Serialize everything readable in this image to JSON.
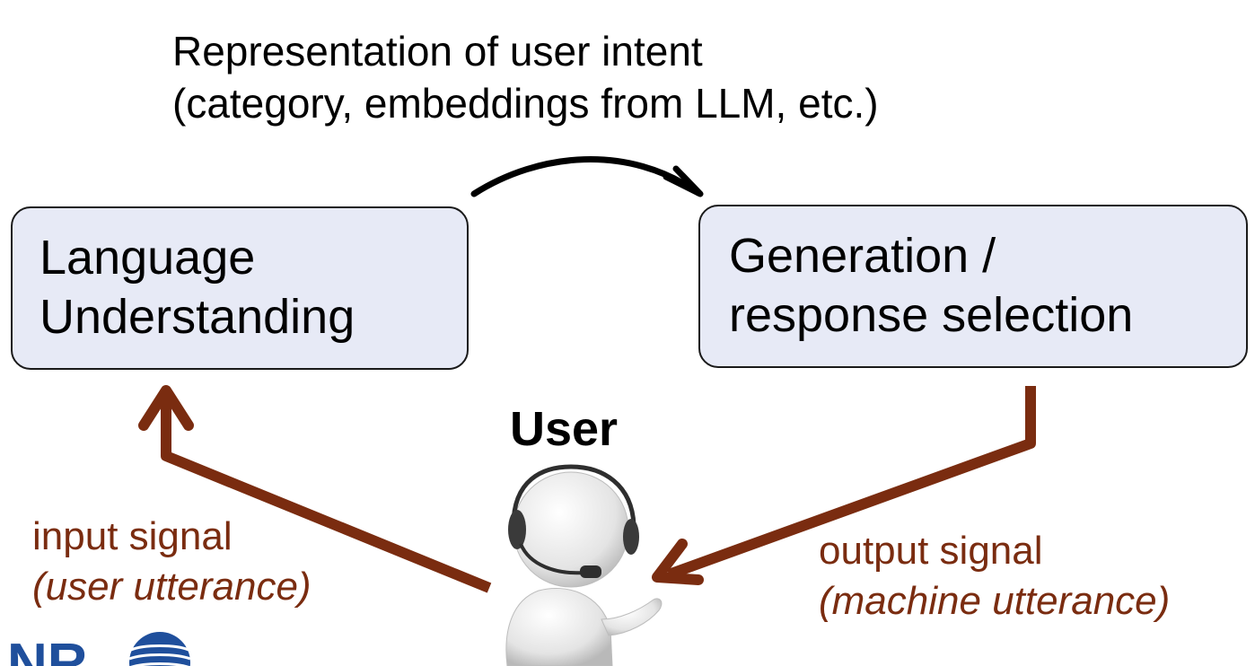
{
  "intent": {
    "line1": "Representation of user intent",
    "line2": "(category, embeddings from LLM, etc.)"
  },
  "modules": {
    "understanding": {
      "line1": "Language",
      "line2": "Understanding"
    },
    "generation": {
      "line1": "Generation /",
      "line2": "response selection"
    }
  },
  "user": {
    "label": "User"
  },
  "signals": {
    "input": {
      "label": "input signal",
      "sub": "(user utterance)"
    },
    "output": {
      "label": "output signal",
      "sub": "(machine utterance)"
    }
  },
  "logo": {
    "text": "NR"
  },
  "colors": {
    "box_fill": "#e7eaf6",
    "signal_arrow": "#7a2c10",
    "intent_arrow": "#000000",
    "logo_blue": "#1f4f9c"
  }
}
